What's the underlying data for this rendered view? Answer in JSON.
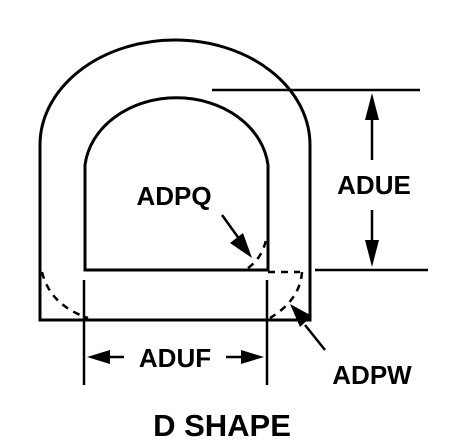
{
  "diagram": {
    "caption": "D SHAPE",
    "labels": {
      "inner_dimension": "ADPQ",
      "height": "ADUE",
      "width": "ADUF",
      "wire": "ADPW"
    }
  }
}
